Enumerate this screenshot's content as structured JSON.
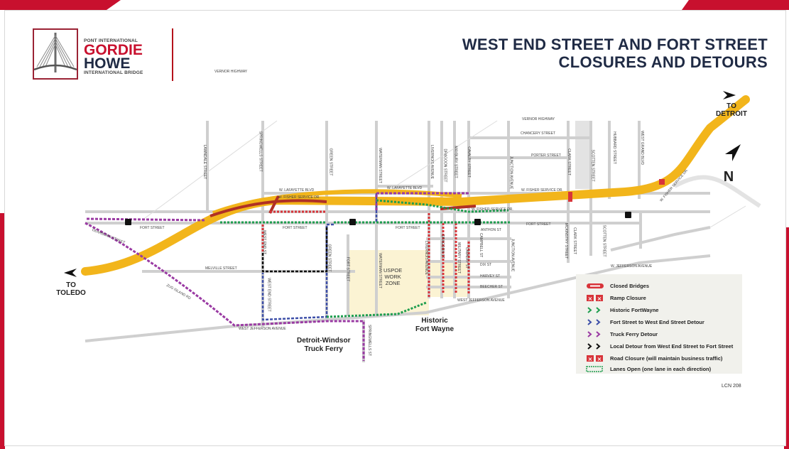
{
  "logo": {
    "small_top": "PONT INTERNATIONAL",
    "line1": "GORDIE",
    "line2": "HOWE",
    "small_bottom": "INTERNATIONAL BRIDGE",
    "brand_red": "#c8102e",
    "brand_navy": "#1f2a44"
  },
  "title": {
    "line1": "WEST END STREET AND FORT STREET",
    "line2": "CLOSURES AND DETOURS"
  },
  "vernor_top": "VERNOR HIGHWAY",
  "directions": {
    "detroit": "TO\nDETROIT",
    "toledo": "TO\nTOLEDO",
    "north": "N"
  },
  "streets": {
    "vernor": "VERNOR HIGHWAY",
    "chancery": "CHANCERY STREET",
    "porter": "PORTER STREET",
    "lafayette_blvd": "W. LAFAYETTE BLVD",
    "lafayette_blvd_east": "W. LAFAYETTE BLVD",
    "fisher_west": "W. FISHER SERVICE DR.",
    "fisher_mid": "W. FISHER SERVICE DR.",
    "fisher_east": "W. FISHER SERVICE DR.",
    "fort_west": "FORT STREET",
    "fort_mid": "FORT STREET",
    "fort_center": "FORT STREET",
    "fort_east": "FORT STREET",
    "anthon": "ANTHON ST",
    "melville": "MELVILLE STREET",
    "dix": "DIX ST",
    "harvey": "HARVEY ST",
    "beecher": "BEECHER ST",
    "west_jefferson": "WEST JEFFERSON AVENUE",
    "west_jefferson_left": "WEST JEFFERSON AVENUE",
    "w_jefferson_right": "W. JEFFERSON AVENUE",
    "dearborn": "DEARBORN STREET",
    "zug": "ZUG ISLAND RD",
    "springwells": "SPRINGWELLS STREET",
    "springwells_lower": "SPRINGWELLS ST",
    "lawndale": "LAWNDALE STREET",
    "green": "GREEN STREET",
    "green_lower": "GREEN STREET",
    "waterman": "WATERMAN STREET",
    "waterman_lower": "WATERMAN STREET",
    "fort_vertical": "FORT STREET",
    "livernois": "LIVERNOIS AVENUE",
    "livernois_lower": "LIVERNOIS AVENUE",
    "dragoon": "DRAGOON STREET",
    "dragoon_lower": "DRAGOON ST",
    "mcgraw": "MAYBURY STREET",
    "cavalry": "CAVALRY STREET",
    "cavalry_lower": "CAVALRY ST",
    "west_end": "WEST END ST",
    "west_end_lower": "WEST END STREET",
    "military": "MILITARY STREET",
    "campbell": "CAMPBELL ST",
    "junction": "JUNCTION AVENUE",
    "junction_lower": "JUNCTION AVENUE",
    "clark": "CLARK STREET",
    "clark_lower": "CLARK STREET",
    "mcKinstry": "MCKINSTRY STREET",
    "scotten": "SCOTTEN STREET",
    "scotten_lower": "SCOTTEN STREET",
    "hubbard": "HUBBARD STREET",
    "west_grand": "WEST GRAND BLVD",
    "fisher_ne": "W. FISHER SERVICE DR."
  },
  "places": {
    "uspoe": "USPOE\nWORK\nZONE",
    "historic_fort": "Historic\nFort Wayne",
    "truck_ferry": "Detroit-Windsor\nTruck Ferry"
  },
  "legend": {
    "closed_bridges": "Closed Bridges",
    "ramp_closure": "Ramp Closure",
    "historic_fort_wayne": "Historic FortWayne",
    "fort_to_west_end": "Fort Street to West End Street Detour",
    "truck_ferry_detour": "Truck Ferry Detour",
    "local_detour": "Local Detour from West End Street to Fort Street",
    "road_closure": "Road Closure (will maintain business traffic)",
    "lanes_open": "Lanes Open (one lane in each direction)"
  },
  "colors": {
    "freeway": "#f2b51b",
    "closure_red": "#d8343a",
    "green_route": "#1f9e4f",
    "blue_route": "#3d4fa8",
    "purple_route": "#9a3aa3",
    "black_route": "#111111",
    "street_gray": "#c9c9c9",
    "work_zone": "#fbf3d3"
  },
  "code": "LCN 208"
}
